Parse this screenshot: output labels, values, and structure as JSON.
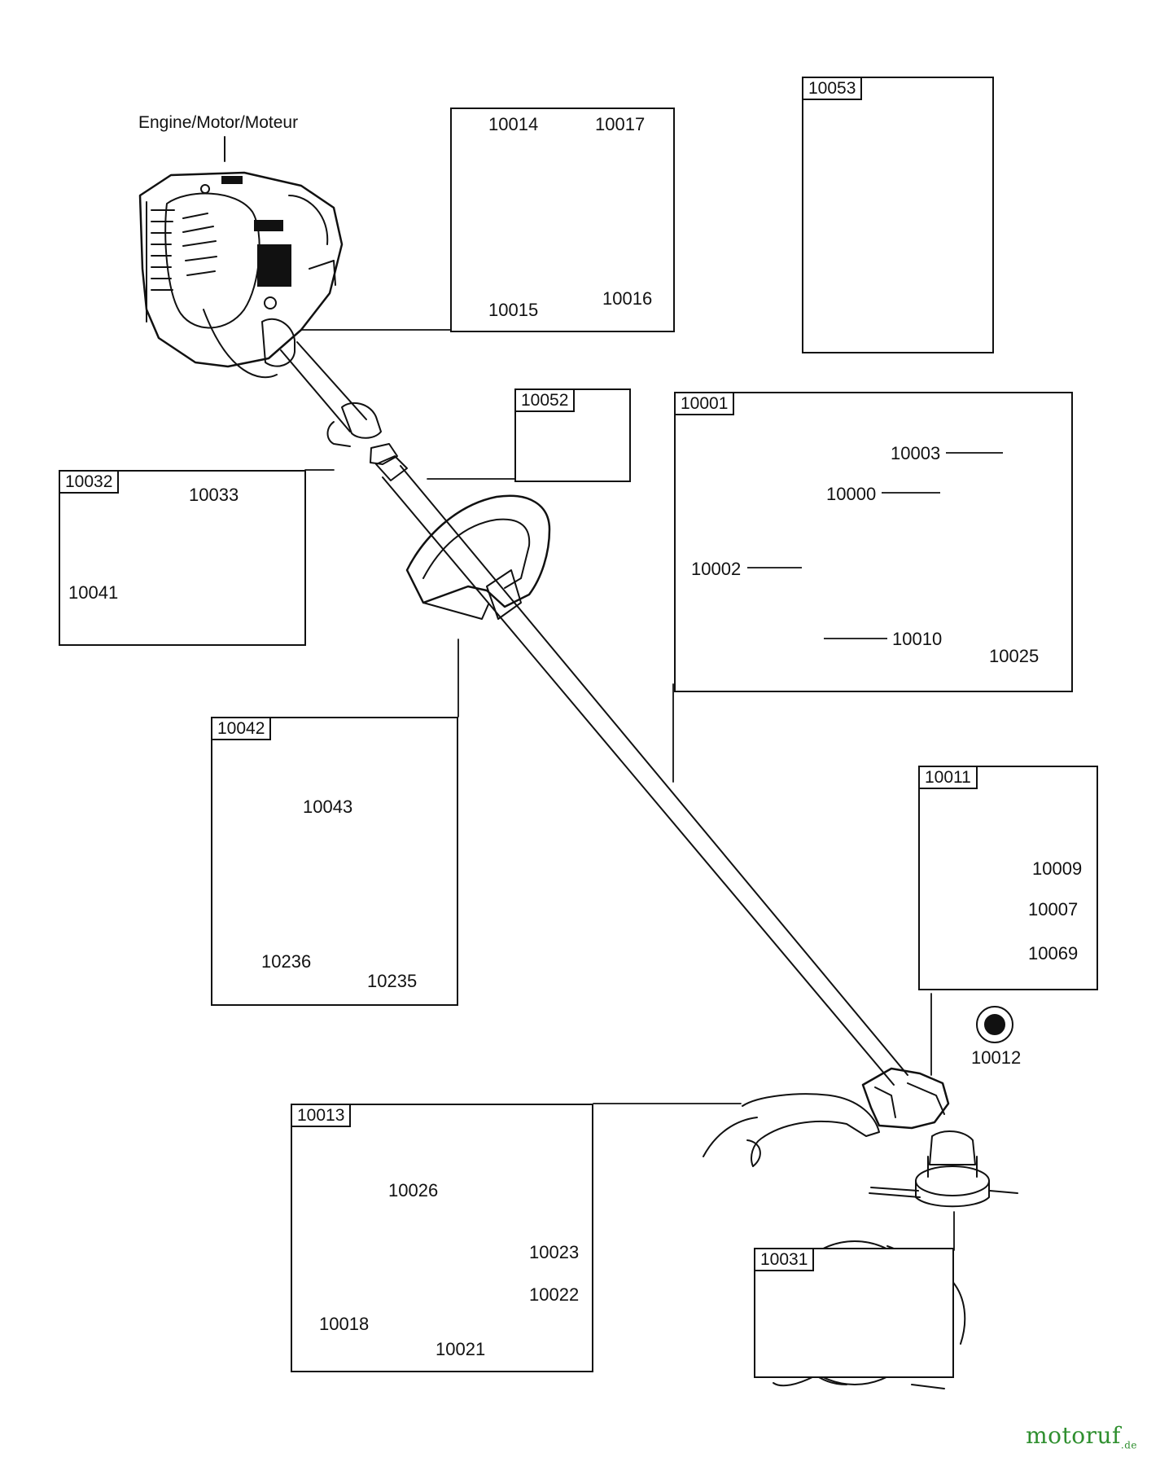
{
  "engine_label": "Engine/Motor/Moteur",
  "boxes": {
    "b10053": "10053",
    "b10052": "10052",
    "b10001": "10001",
    "b10032": "10032",
    "b10042": "10042",
    "b10011": "10011",
    "b10013": "10013",
    "b10031": "10031"
  },
  "parts": {
    "p10014": "10014",
    "p10017": "10017",
    "p10015": "10015",
    "p10016": "10016",
    "p10003": "10003",
    "p10000": "10000",
    "p10002": "10002",
    "p10010": "10010",
    "p10025": "10025",
    "p10033": "10033",
    "p10041": "10041",
    "p10043": "10043",
    "p10236": "10236",
    "p10235": "10235",
    "p10009": "10009",
    "p10007": "10007",
    "p10069": "10069",
    "p10012": "10012",
    "p10026": "10026",
    "p10023": "10023",
    "p10022": "10022",
    "p10018": "10018",
    "p10021": "10021"
  },
  "watermark": {
    "main": "motoruf",
    "suffix": ".de"
  }
}
